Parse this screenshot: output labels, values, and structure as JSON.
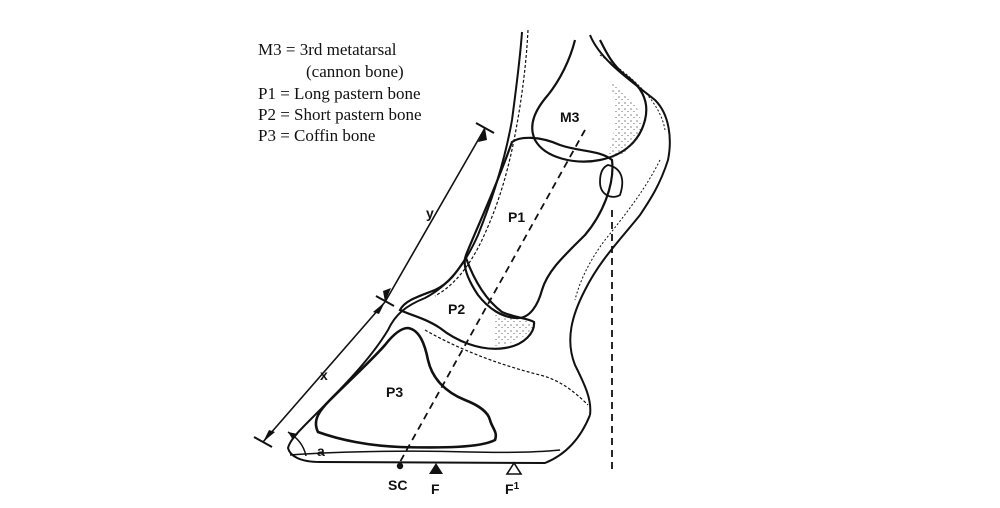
{
  "legend": {
    "items": [
      "M3 = 3rd metatarsal",
      "(cannon bone)",
      "P1 = Long pastern bone",
      "P2 = Short pastern bone",
      "P3 = Coffin bone"
    ]
  },
  "bones": {
    "m3": "M3",
    "p1": "P1",
    "p2": "P2",
    "p3": "P3"
  },
  "measures": {
    "y": "y",
    "x": "x",
    "a": "a"
  },
  "ground_points": {
    "sc": "SC",
    "f": "F",
    "f1": "F",
    "f1_sup": "1"
  }
}
